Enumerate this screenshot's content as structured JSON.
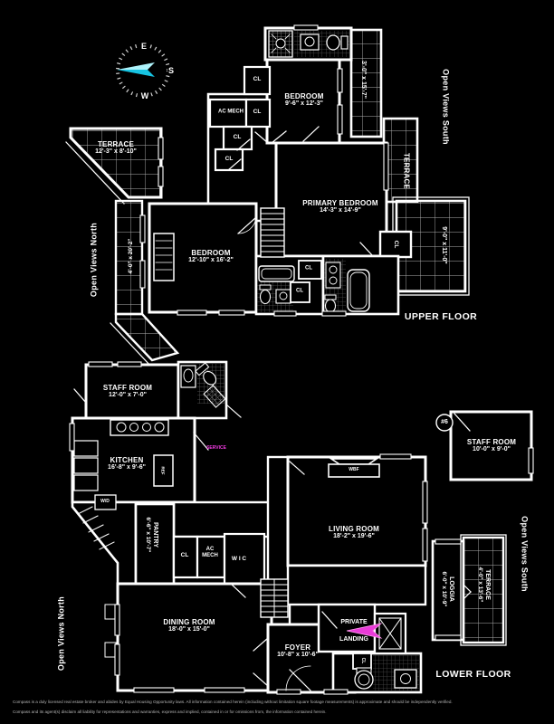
{
  "colors": {
    "background": "#000000",
    "wall": "#ffffff",
    "accent_magenta": "#f03be0",
    "needle_cyan": "#2fd9ef",
    "muted_text": "#b5b5b5"
  },
  "compass": {
    "east": "E",
    "south": "S",
    "west": "W"
  },
  "shared": {
    "cl": "CL"
  },
  "upper_floor": {
    "title": "UPPER FLOOR",
    "open_views_north": "Open Views North",
    "open_views_south": "Open Views South",
    "bedroom_top": {
      "name": "BEDROOM",
      "dims": "9'-6\" x 12'-3\""
    },
    "primary_bedroom": {
      "name": "PRIMARY BEDROOM",
      "dims": "14'-3\" x 14'-9\""
    },
    "bedroom_left": {
      "name": "BEDROOM",
      "dims": "12'-10\" x 16'-2\""
    },
    "terrace_left": {
      "name": "TERRACE",
      "dims": "12'-3\" x 8'-10\""
    },
    "terrace_right": {
      "name": "TERRACE",
      "dims": "9'-0\" x 11'-0\""
    },
    "terrace_strip_dims": "3'-0\" x 15'-7\"",
    "balcony_dims": "4'-0\" x 20'-2\"",
    "ac_mech": "AC MECH"
  },
  "lower_floor": {
    "title": "LOWER FLOOR",
    "open_views_north": "Open Views North",
    "open_views_south": "Open Views South",
    "staff_room": {
      "name": "STAFF ROOM",
      "dims": "12'-0\" x 7'-0\""
    },
    "kitchen": {
      "name": "KITCHEN",
      "dims": "16'-8\" x 9'-6\""
    },
    "pantry": {
      "name": "PANTRY",
      "dims": "6'-6\" x 10'-7\""
    },
    "dining_room": {
      "name": "DINING ROOM",
      "dims": "18'-0\" x 15'-0\""
    },
    "living_room": {
      "name": "LIVING ROOM",
      "dims": "18'-2\" x 19'-6\""
    },
    "foyer": {
      "name": "FOYER",
      "dims": "10'-8\" x 10'-6\""
    },
    "staff_room_6": {
      "unit": "#6",
      "name": "STAFF ROOM",
      "dims": "10'-0\" x 9'-0\""
    },
    "loggia": {
      "name": "LOGGIA",
      "dims": "6'-0\" x 10'-9\""
    },
    "terrace": {
      "name": "TERRACE",
      "dims": "4'-0\" x 13'-6\""
    },
    "private_landing": {
      "line1": "PRIVATE",
      "line2": "LANDING"
    },
    "ac_mech": {
      "line1": "AC",
      "line2": "MECH"
    },
    "wic": "W I C",
    "service": "SERVICE",
    "wbf": "WBF",
    "ref": "REF",
    "wd": "W/D"
  },
  "disclaimer": {
    "line1": "Compass is a duly licensed real estate broker and abides by Equal Housing Opportunity laws.  All information contained herein (including without limitation square footage measurements) is approximate and should be independently verified.",
    "line2": "Compass and its agent(s) disclaim all liability for representations and warranties, express and implied, contained in or for omissions from, the information contained herein."
  }
}
